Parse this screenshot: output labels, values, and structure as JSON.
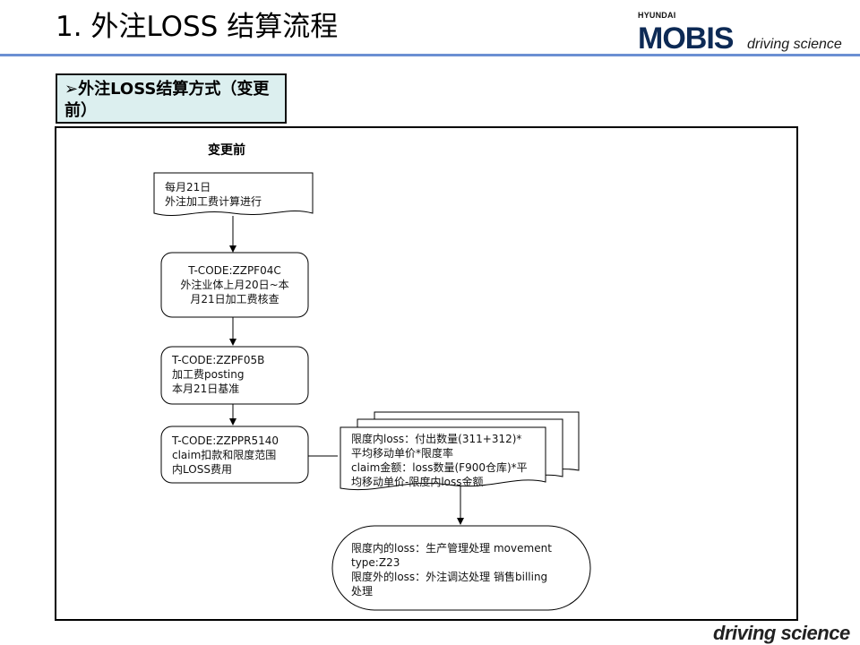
{
  "header": {
    "title": "1. 外注LOSS 结算流程",
    "logo": {
      "brand_small": "HYUNDAI",
      "brand": "MOBIS",
      "tagline": "driving science"
    }
  },
  "section": {
    "label": "➢外注LOSS结算方式（变更前）"
  },
  "diagram": {
    "heading": "变更前",
    "nodes": {
      "start": {
        "lines": [
          "每月21日",
          "外注加工费计算进行"
        ]
      },
      "step1": {
        "lines": [
          "T-CODE:ZZPF04C",
          "外注业体上月20日~本",
          "月21日加工费核查"
        ]
      },
      "step2": {
        "lines": [
          "T-CODE:ZZPF05B",
          "加工费posting",
          "本月21日基准"
        ]
      },
      "step3": {
        "lines": [
          "T-CODE:ZZPPR5140",
          "claim扣款和限度范围",
          "内LOSS费用"
        ]
      },
      "docs": {
        "lines": [
          "限度内loss：付出数量(311+312)*",
          "平均移动单价*限度率",
          "claim金额：loss数量(F900仓库)*平",
          "均移动单价-限度内loss金额"
        ]
      },
      "end": {
        "lines": [
          "限度内的loss：生产管理处理 movement",
          "type:Z23",
          "限度外的loss：外注调达处理 销售billing",
          "处理"
        ]
      }
    }
  },
  "footer": {
    "tagline": "driving science"
  }
}
